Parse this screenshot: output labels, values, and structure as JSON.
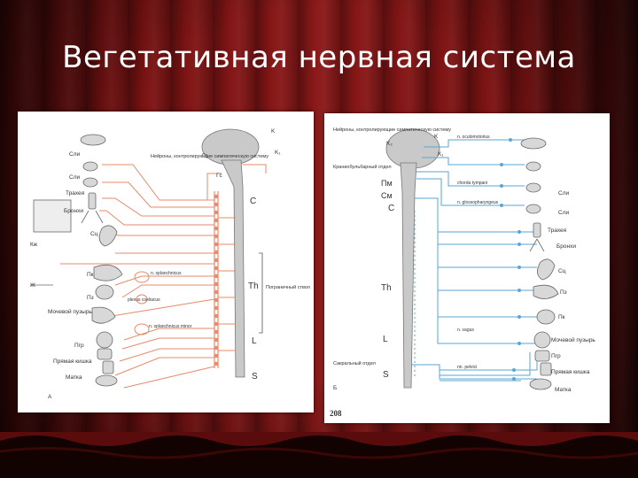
{
  "slide": {
    "title": "Вегетативная нервная система"
  },
  "left_figure": {
    "corner_letter": "A",
    "level_labels": [
      "K",
      "K₁",
      "C",
      "Th",
      "L",
      "S"
    ],
    "annotation": "Нейроны, контролирующие симпатическую систему",
    "plexus_labels": [
      "n. splanchnicus",
      "plexus coeliacus",
      "n. splanchnicus minor"
    ],
    "bracket_label": "Пограничный ствол",
    "organ_labels": [
      "Сли",
      "Сли",
      "Трахея",
      "Бронхи",
      "Сц",
      "Кж",
      "Ж",
      "Пк",
      "Пз",
      "Мочевой пузырь",
      "Пгр",
      "Прямая кишка",
      "Матка"
    ],
    "ganglion_labels": [
      "Гт",
      "Гс"
    ]
  },
  "right_figure": {
    "corner_letter": "Б",
    "page_number": "208",
    "level_labels": [
      "K",
      "K₁",
      "K₂",
      "Пм",
      "См",
      "C",
      "Th",
      "L",
      "S"
    ],
    "annotation_top": "Нейроны, контролирующие симпатическую систему",
    "annotation_mid": "Краниобульбарный отдел",
    "annotation_bottom": "Сакральный отдел",
    "nerve_labels": [
      "n. oculomotorius",
      "chorda tympani",
      "n. glossopharyngeus",
      "n. vagus",
      "nn. pelvici"
    ],
    "organ_labels": [
      "Сли",
      "Сли",
      "Трахея",
      "Бронхи",
      "Сц",
      "Пз",
      "Пк",
      "Мочевой пузырь",
      "Пгр",
      "Прямая кишка",
      "Матка"
    ]
  },
  "colors": {
    "sympathetic": "#e8896a",
    "parasympathetic": "#5aa6d6",
    "outline": "#555555",
    "cns_fill": "#c9c9c9",
    "title_text": "#ffffff"
  }
}
